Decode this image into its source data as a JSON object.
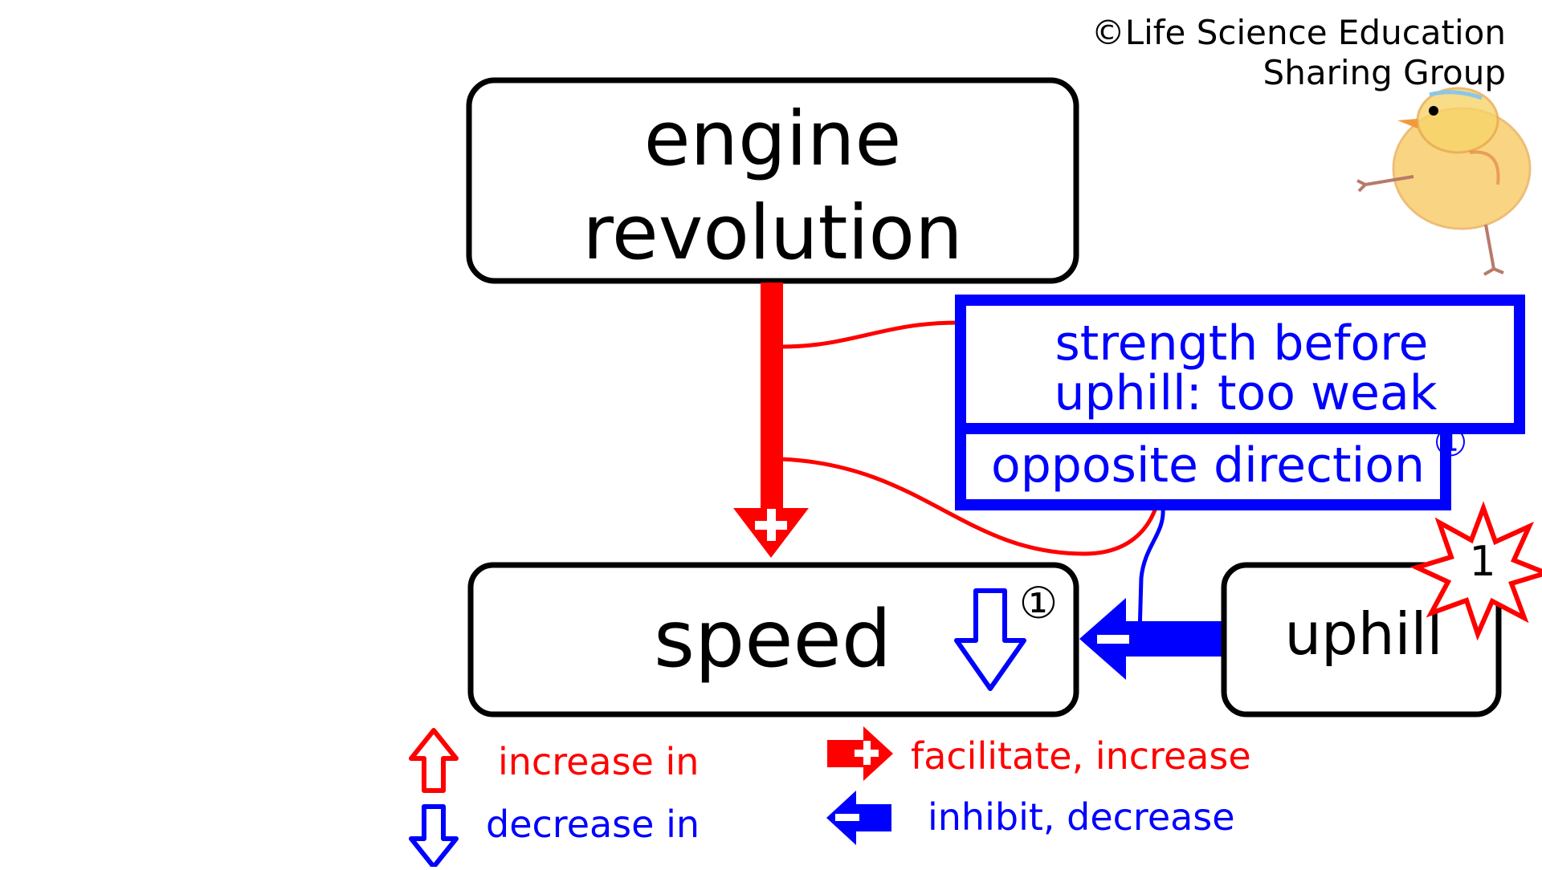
{
  "copyright": {
    "line1": "©Life Science Education",
    "line2": "Sharing Group"
  },
  "nodes": {
    "engine": {
      "line1": "engine",
      "line2": "revolution"
    },
    "speed": {
      "label": "speed",
      "marker": "①"
    },
    "uphill": {
      "label": "uphill",
      "marker": "1"
    },
    "condition": {
      "line1": "strength before",
      "line2": "uphill: too weak",
      "line3": "opposite direction",
      "marker": "①"
    }
  },
  "legend": {
    "increase": "increase in",
    "decrease": "decrease in",
    "facilitate": "facilitate, increase",
    "inhibit": "inhibit, decrease"
  },
  "colors": {
    "increase": "#ff0000",
    "decrease": "#0000ff",
    "outline": "#000000",
    "mascot": "#f5c542"
  },
  "icons": [
    "plus-arrow-icon",
    "minus-arrow-icon",
    "up-arrow-icon",
    "down-arrow-icon",
    "burst-icon",
    "chick-icon"
  ]
}
